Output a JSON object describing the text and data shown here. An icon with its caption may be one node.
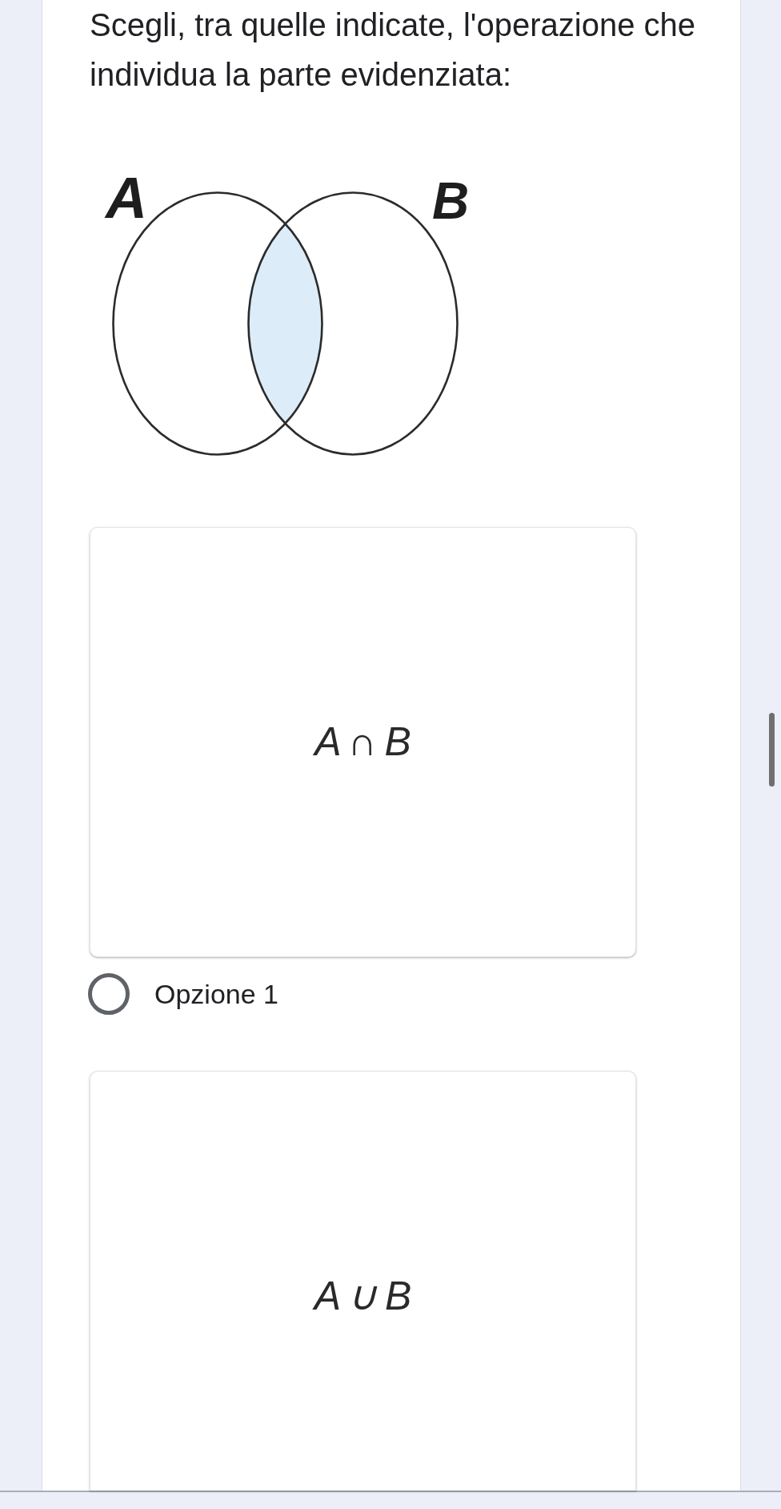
{
  "diagram": {
    "title": "Scegli, tra quelle indicate, l'operazione che individua la parte evidenziata:",
    "nodes": [
      {
        "text": [
          "A"
        ]
      },
      {
        "text": [
          "B"
        ]
      },
      {
        "text": [
          "A ∩ B"
        ]
      },
      {
        "text": [
          "A ∪ B"
        ]
      }
    ],
    "labels": [
      "Opzione 1"
    ]
  }
}
